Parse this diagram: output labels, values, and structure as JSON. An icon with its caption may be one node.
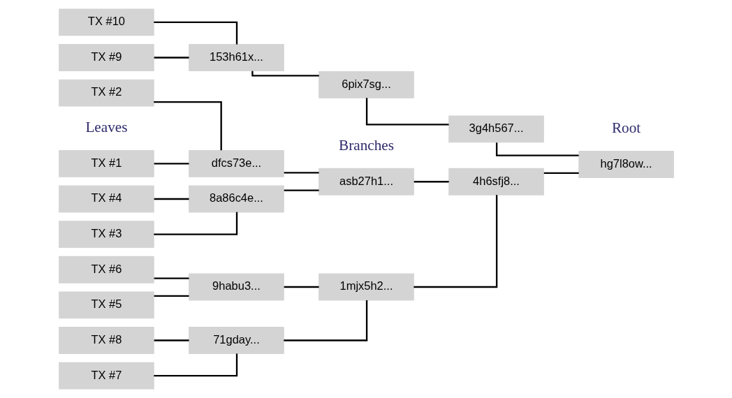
{
  "diagram": {
    "nodes": [
      {
        "text": [
          "TX #1"
        ]
      },
      {
        "text": [
          "TX #2"
        ]
      },
      {
        "text": [
          "TX #3"
        ]
      },
      {
        "text": [
          "TX #4"
        ]
      },
      {
        "text": [
          "TX #5"
        ]
      },
      {
        "text": [
          "TX #6"
        ]
      },
      {
        "text": [
          "TX #7"
        ]
      },
      {
        "text": [
          "TX #8"
        ]
      },
      {
        "text": [
          "TX #9"
        ]
      },
      {
        "text": [
          "TX #10"
        ]
      },
      {
        "text": [
          "dfcs73e..."
        ]
      },
      {
        "text": [
          "8a86c4e..."
        ]
      },
      {
        "text": [
          "9habu3..."
        ]
      },
      {
        "text": [
          "71gday..."
        ]
      },
      {
        "text": [
          "153h61x..."
        ]
      },
      {
        "text": [
          "asb27h1..."
        ]
      },
      {
        "text": [
          "1mjx5h2..."
        ]
      },
      {
        "text": [
          "6pix7sg..."
        ]
      },
      {
        "text": [
          "4h6sfj8..."
        ]
      },
      {
        "text": [
          "3g4h567..."
        ]
      },
      {
        "text": [
          "hg7l8ow..."
        ]
      }
    ],
    "edges": [
      {
        "from": 0,
        "to": 10,
        "arrow": "none"
      },
      {
        "from": 1,
        "to": 10,
        "arrow": "none"
      },
      {
        "from": 2,
        "to": 11,
        "arrow": "none"
      },
      {
        "from": 3,
        "to": 11,
        "arrow": "none"
      },
      {
        "from": 4,
        "to": 12,
        "arrow": "none"
      },
      {
        "from": 5,
        "to": 12,
        "arrow": "none"
      },
      {
        "from": 6,
        "to": 13,
        "arrow": "none"
      },
      {
        "from": 7,
        "to": 13,
        "arrow": "none"
      },
      {
        "from": 8,
        "to": 14,
        "arrow": "none"
      },
      {
        "from": 9,
        "to": 14,
        "arrow": "none"
      },
      {
        "from": 10,
        "to": 15,
        "arrow": "none"
      },
      {
        "from": 11,
        "to": 15,
        "arrow": "none"
      },
      {
        "from": 12,
        "to": 16,
        "arrow": "none"
      },
      {
        "from": 13,
        "to": 16,
        "arrow": "none"
      },
      {
        "from": 14,
        "to": 17,
        "arrow": "none"
      },
      {
        "from": 15,
        "to": 18,
        "arrow": "none"
      },
      {
        "from": 16,
        "to": 18,
        "arrow": "none"
      },
      {
        "from": 17,
        "to": 19,
        "arrow": "none"
      },
      {
        "from": 18,
        "to": 20,
        "arrow": "none"
      },
      {
        "from": 19,
        "to": 20,
        "arrow": "none"
      }
    ],
    "labels": [
      "Leaves",
      "Branches",
      "Root"
    ]
  }
}
